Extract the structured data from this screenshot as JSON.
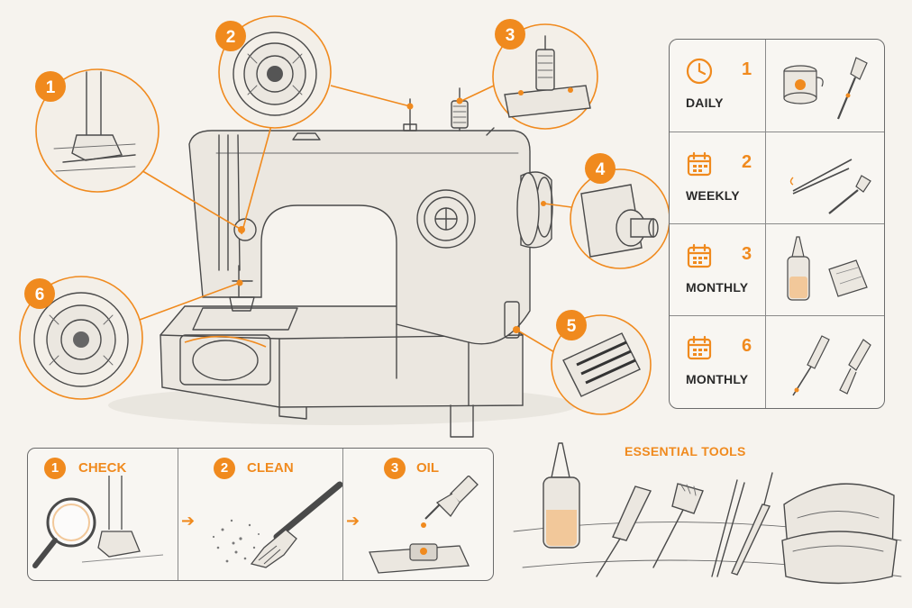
{
  "callouts": [
    {
      "number": "1",
      "part": "presser-foot"
    },
    {
      "number": "2",
      "part": "bobbin-case"
    },
    {
      "number": "3",
      "part": "spool-pin"
    },
    {
      "number": "4",
      "part": "handwheel"
    },
    {
      "number": "5",
      "part": "feed-dogs"
    },
    {
      "number": "6",
      "part": "bobbin-area"
    }
  ],
  "schedule": [
    {
      "number": "1",
      "label": "DAILY",
      "icon": "clock-icon",
      "tools": [
        "bobbin",
        "brush"
      ]
    },
    {
      "number": "2",
      "label": "WEEKLY",
      "icon": "calendar-icon",
      "tools": [
        "tweezers",
        "brush"
      ]
    },
    {
      "number": "3",
      "label": "MONTHLY",
      "icon": "calendar-icon",
      "tools": [
        "oil-bottle",
        "cloth"
      ]
    },
    {
      "number": "6",
      "label": "MONTHLY",
      "icon": "calendar-icon",
      "tools": [
        "screwdriver",
        "brush"
      ]
    }
  ],
  "steps": [
    {
      "number": "1",
      "label": "CHECK",
      "icon": "magnifier-icon"
    },
    {
      "number": "2",
      "label": "CLEAN",
      "icon": "brush-icon"
    },
    {
      "number": "3",
      "label": "OIL",
      "icon": "oil-bottle-icon"
    }
  ],
  "tools": {
    "title": "ESSENTIAL TOOLS",
    "items": [
      "oil-bottle",
      "screwdriver",
      "brush",
      "tweezers",
      "seam-ripper",
      "cloth"
    ]
  },
  "colors": {
    "accent": "#f08a1e",
    "ink": "#4a4a4a",
    "paper": "#f6f3ee"
  }
}
